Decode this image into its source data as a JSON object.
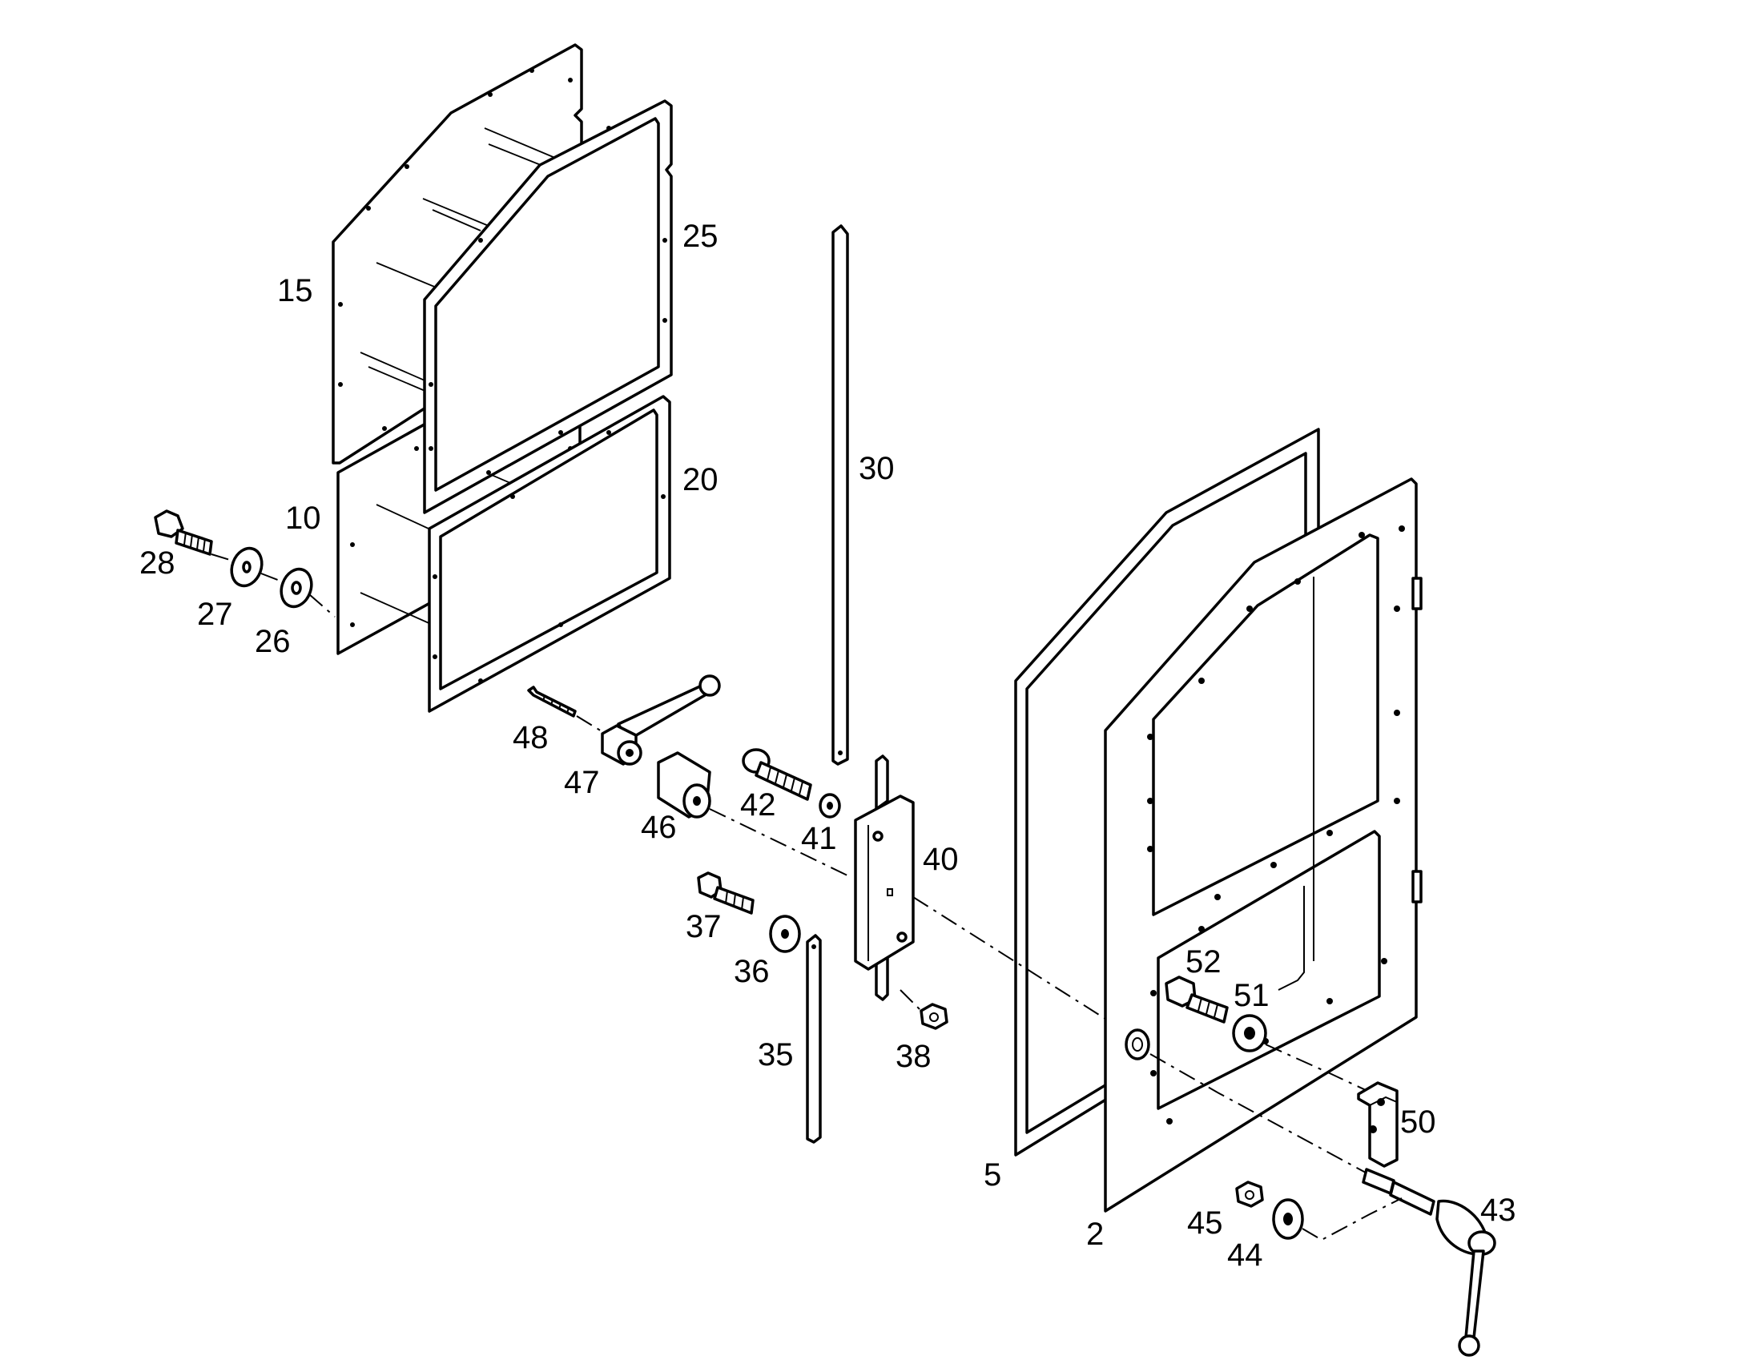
{
  "labels": {
    "l2": "2",
    "l5": "5",
    "l10": "10",
    "l15": "15",
    "l20": "20",
    "l25": "25",
    "l26": "26",
    "l27": "27",
    "l28": "28",
    "l30": "30",
    "l35": "35",
    "l36": "36",
    "l37": "37",
    "l38": "38",
    "l40": "40",
    "l41": "41",
    "l42": "42",
    "l43": "43",
    "l44": "44",
    "l45": "45",
    "l46": "46",
    "l47": "47",
    "l48": "48",
    "l50": "50",
    "l51": "51",
    "l52": "52"
  },
  "colors": {
    "line": "#000000",
    "background": "#ffffff"
  }
}
